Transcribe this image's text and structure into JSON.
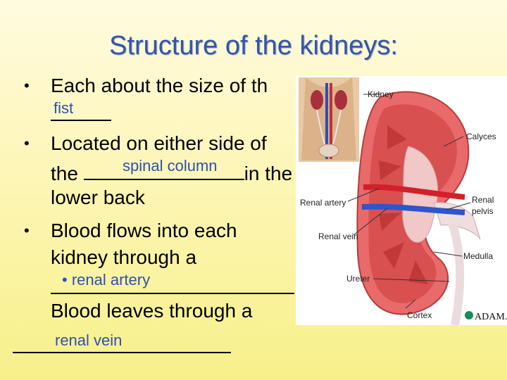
{
  "slide": {
    "title": "Structure of the kidneys:",
    "bullet_glyph": "•",
    "line1": "Each about the size of th",
    "answer_fist": "fist",
    "line2": "Located on either side of",
    "line3_prefix": "the ",
    "line3_suffix": "in the",
    "answer_spinal": "spinal column",
    "line4": "lower back",
    "line5": "Blood flows into each",
    "line6": "kidney through a",
    "answer_artery": "• renal artery",
    "line7": "Blood leaves through a",
    "answer_vein": "renal vein"
  },
  "diagram": {
    "labels": {
      "kidney": "Kidney",
      "calyces": "Calyces",
      "renal_artery": "Renal artery",
      "renal_pelvis_1": "Renal",
      "renal_pelvis_2": "pelvis",
      "renal_vein": "Renal vein",
      "ureter": "Ureter",
      "medulla": "Medulla",
      "cortex": "Cortex",
      "logo": "ADAM."
    }
  }
}
